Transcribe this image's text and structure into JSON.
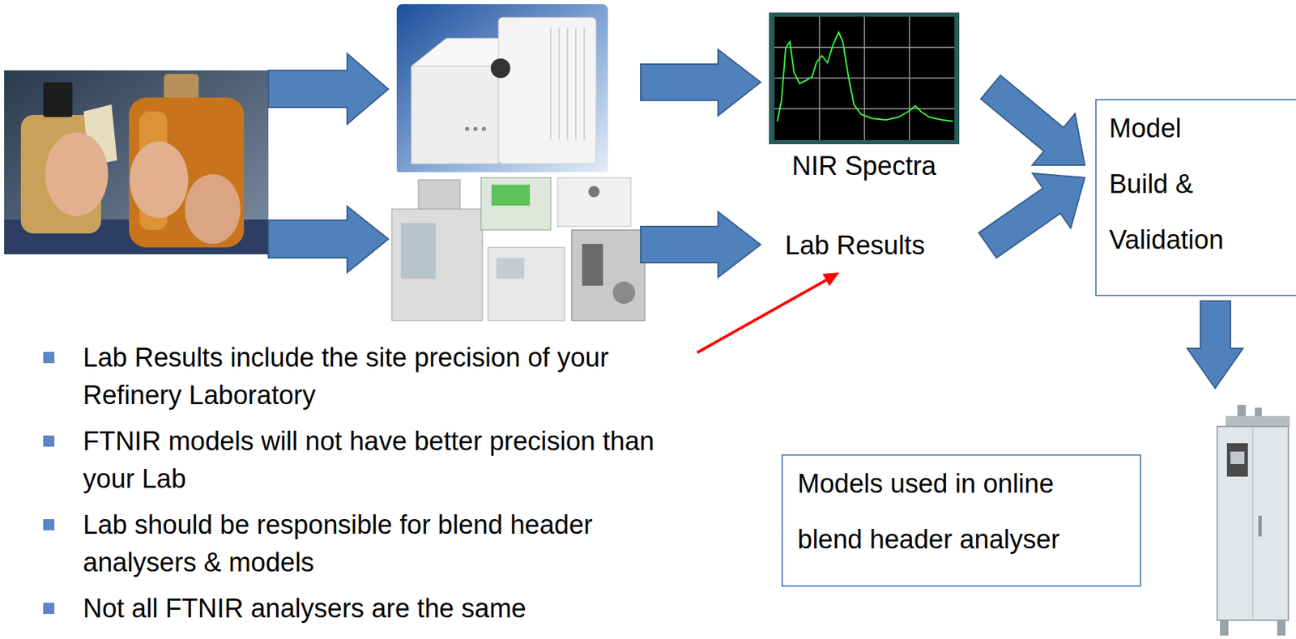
{
  "diagram": {
    "nodes": [
      {
        "text": [
          "NIR Spectra"
        ]
      },
      {
        "text": [
          "Lab Results"
        ]
      },
      {
        "text": [
          "Model Build & Validation"
        ]
      },
      {
        "text": [
          "Models used in online blend header analyser"
        ]
      }
    ],
    "edges": [
      {
        "from": 0,
        "to": 2,
        "arrow": "to"
      },
      {
        "from": 1,
        "to": 2,
        "arrow": "to"
      }
    ],
    "labels": [
      "Lab Results include the site precision of your Refinery Laboratory",
      "FTNIR models will not have better precision than your Lab",
      "Lab should be responsible for blend header analysers & models",
      "Not all FTNIR analysers are the same"
    ]
  }
}
